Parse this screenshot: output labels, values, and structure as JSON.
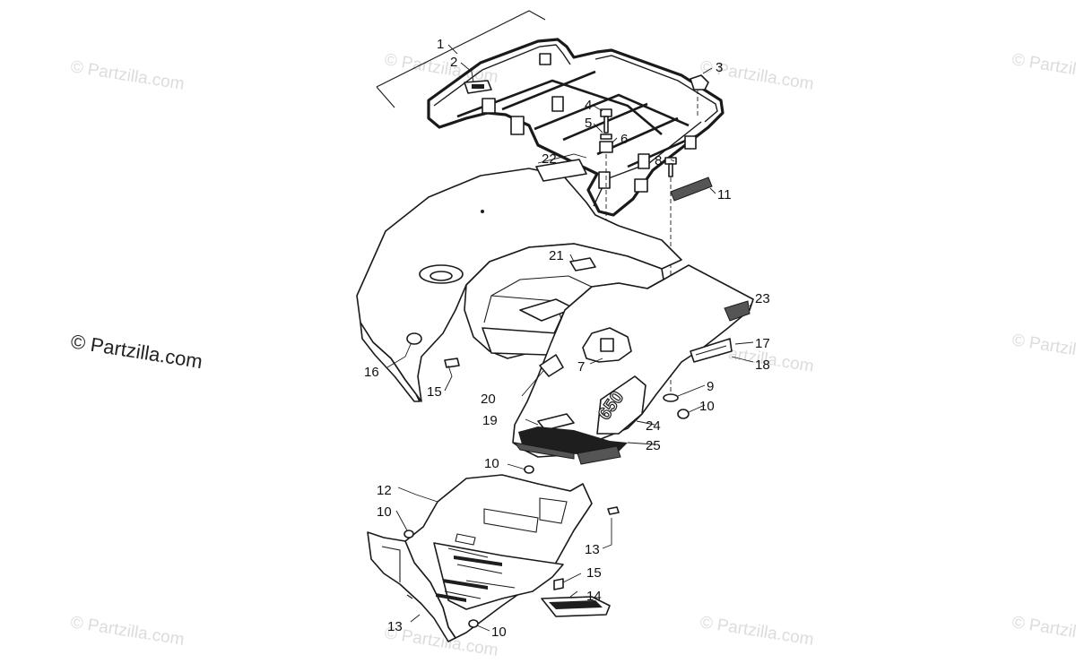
{
  "diagram": {
    "watermark": "© Partzilla.com",
    "callouts": [
      "1",
      "2",
      "3",
      "4",
      "5",
      "6",
      "7",
      "8",
      "9",
      "10",
      "11",
      "12",
      "13",
      "14",
      "15",
      "16",
      "17",
      "18",
      "19",
      "20",
      "21",
      "22",
      "23",
      "24",
      "25"
    ],
    "decal_text": "650"
  },
  "colors": {
    "line": "#1a1a1a",
    "watermark": "#dcdcdc",
    "background": "#ffffff"
  }
}
